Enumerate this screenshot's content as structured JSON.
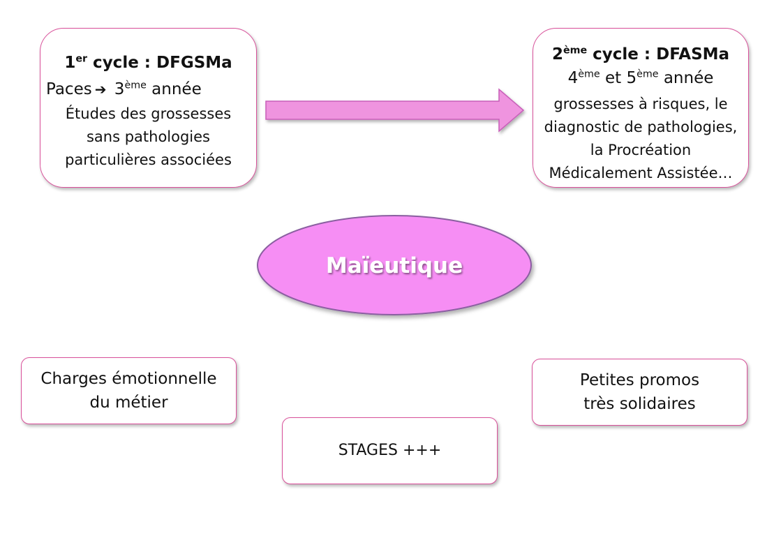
{
  "diagram": {
    "center_label": "Maïeutique",
    "colors": {
      "border": "#d9509a",
      "arrow_fill": "#ef94df",
      "ellipse_fill": "#f68ef4",
      "ellipse_stroke": "#8a5ea0",
      "center_text": "#ffffff"
    },
    "first_cycle": {
      "title_prefix": "1",
      "title_sup": "er",
      "title_rest": " cycle : DFGSMa",
      "path_start": "Paces",
      "arrow_icon": "➔",
      "path_end": " 3",
      "path_end_sup": "ème",
      "path_end_rest": " année",
      "desc_lines": [
        "Études des grossesses",
        "sans pathologies",
        "particulières associées"
      ]
    },
    "second_cycle": {
      "title_prefix": "2",
      "title_sup": "ème",
      "title_rest": " cycle : DFASMa",
      "years_a": "4",
      "years_a_sup": "ème",
      "years_mid": " et 5",
      "years_b_sup": "ème",
      "years_rest": " année",
      "desc_lines": [
        "grossesses à risques, le",
        "diagnostic de pathologies,",
        "la Procréation",
        "Médicalement Assistée…"
      ]
    },
    "emotional_box": [
      "Charges émotionnelle",
      "du métier"
    ],
    "stages_box": "STAGES +++",
    "promos_box": [
      "Petites promos",
      "très solidaires"
    ]
  }
}
